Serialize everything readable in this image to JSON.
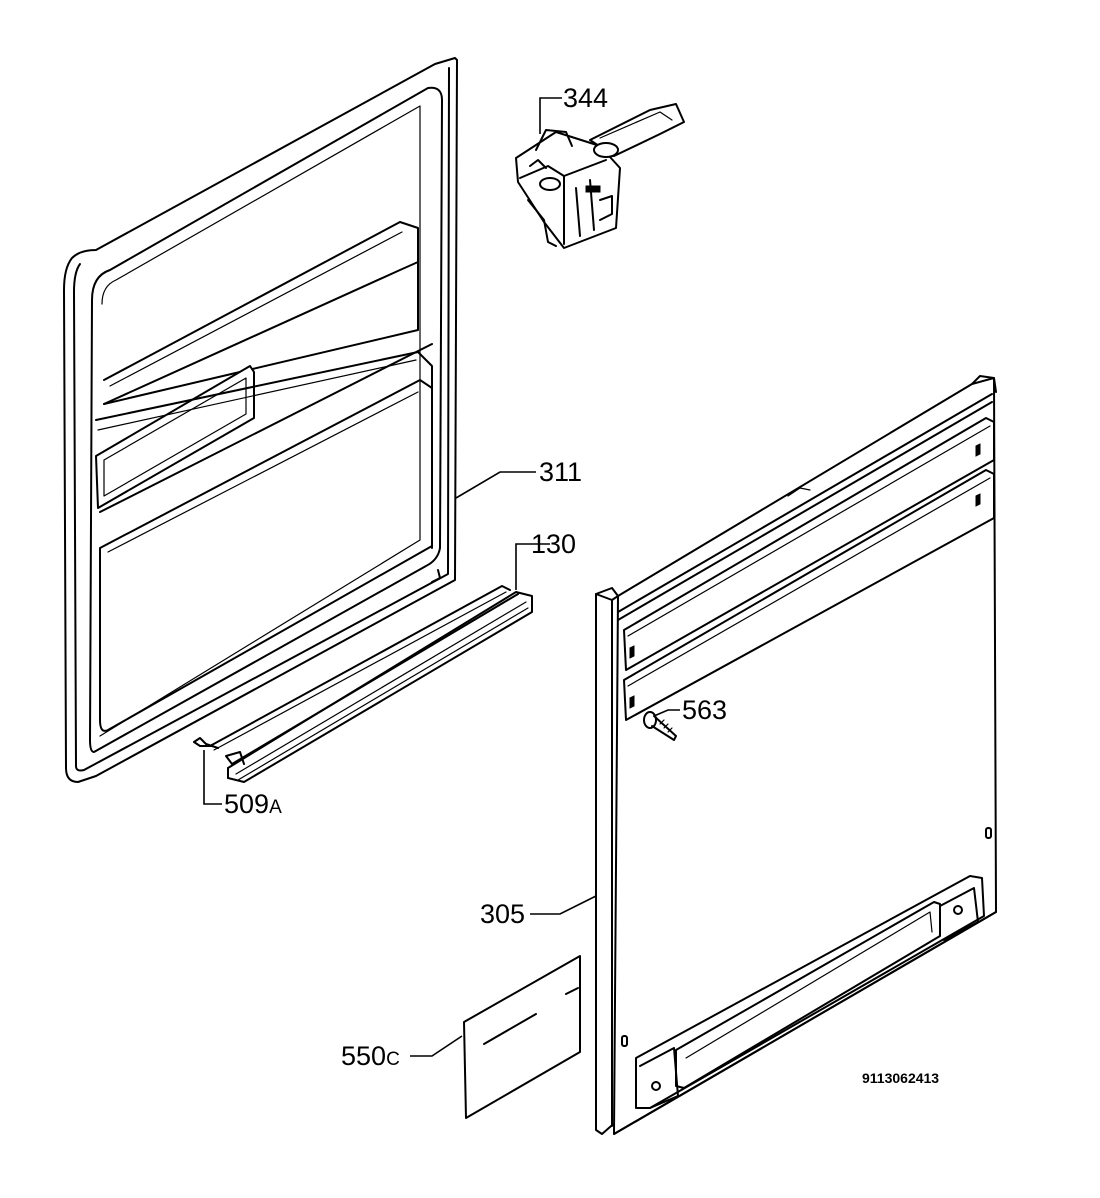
{
  "diagram": {
    "drawing_number": "9113062413",
    "parts": [
      {
        "ref": "344",
        "suffix": ""
      },
      {
        "ref": "311",
        "suffix": ""
      },
      {
        "ref": "130",
        "suffix": ""
      },
      {
        "ref": "509",
        "suffix": "A"
      },
      {
        "ref": "563",
        "suffix": ""
      },
      {
        "ref": "305",
        "suffix": ""
      },
      {
        "ref": "550",
        "suffix": "C"
      }
    ]
  }
}
